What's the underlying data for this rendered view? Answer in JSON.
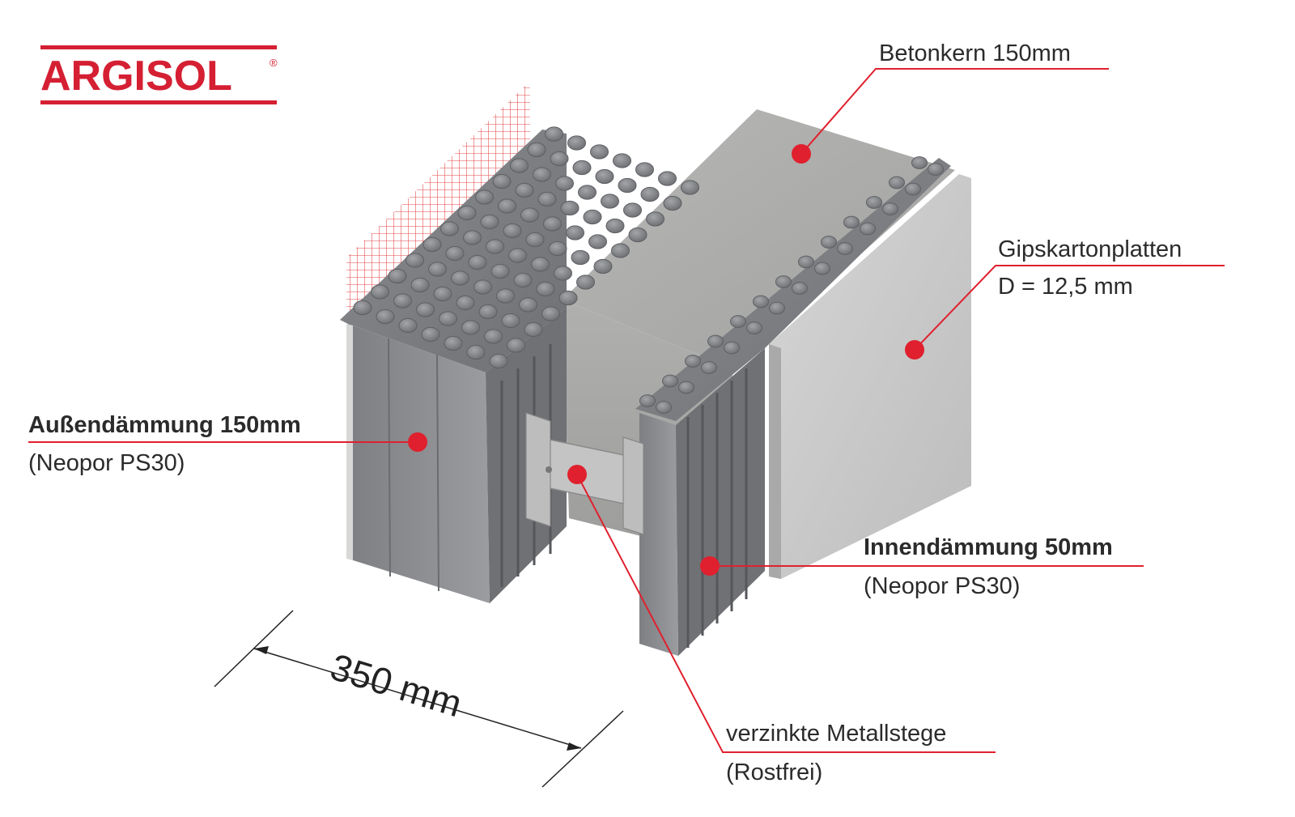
{
  "logo": {
    "text": "ARGISOL",
    "mark": "®",
    "color": "#d51f33"
  },
  "labels": {
    "concrete_core": "Betonkern 150mm",
    "drywall": "Gipskartonplatten",
    "drywall_thickness": "D = 12,5 mm",
    "outer_insulation": "Außendämmung 150mm",
    "outer_insulation_material": "(Neopor PS30)",
    "inner_insulation": "Innendämmung 50mm",
    "inner_insulation_material": "(Neopor PS30)",
    "metal_webs": "verzinkte Metallstege",
    "metal_webs_note": "(Rostfrei)"
  },
  "dimension": {
    "text": "350 mm"
  },
  "colors": {
    "accent": "#d51f33",
    "marker": "#e0202e",
    "eps": "#8e9094",
    "concrete": "#a9a9a7",
    "drywall": "#c9c9c9",
    "mesh": "#e03a3a"
  }
}
